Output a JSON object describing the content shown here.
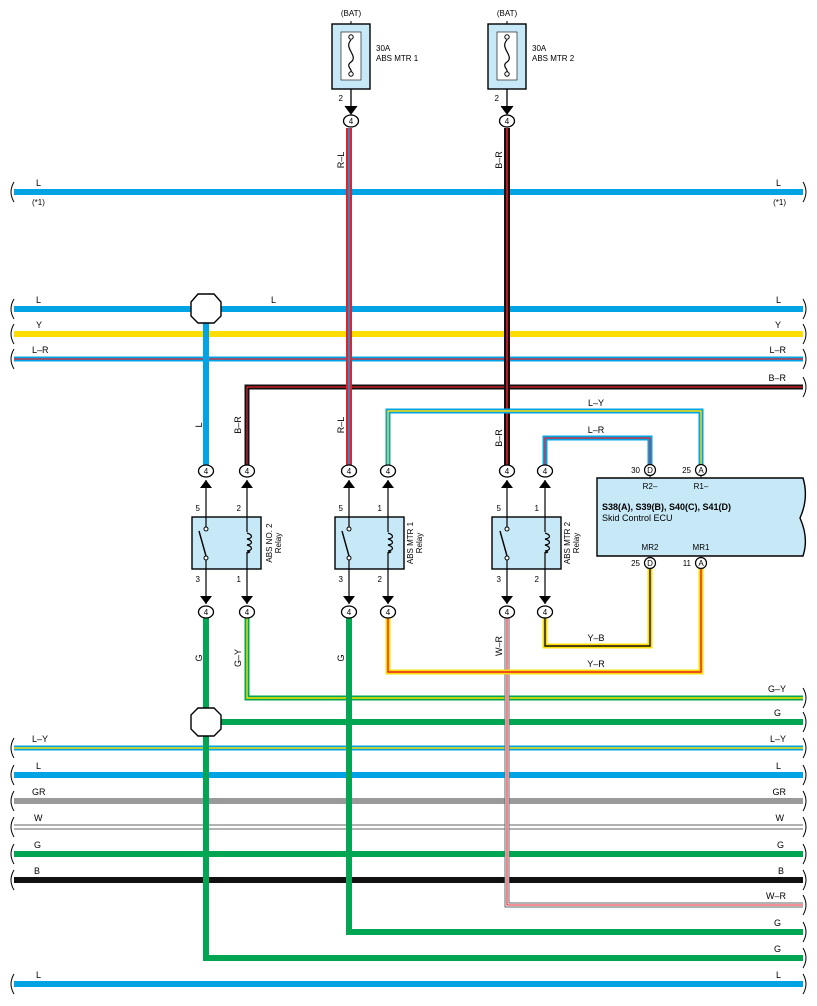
{
  "colors": {
    "L": "#00a4e4",
    "Y": "#ffdd00",
    "R": "#e8202a",
    "B": "#111111",
    "G": "#00a651",
    "GR": "#9a9a9a",
    "W": "#ffffff",
    "component_fill": "#c7e8f6"
  },
  "fuses": [
    {
      "source": "(BAT)",
      "rating": "30A",
      "name": "ABS MTR 1",
      "pin": "2",
      "connector": "4",
      "wire": "R–L"
    },
    {
      "source": "(BAT)",
      "rating": "30A",
      "name": "ABS MTR 2",
      "pin": "2",
      "connector": "4",
      "wire": "B–R"
    }
  ],
  "bus_lines": [
    {
      "id": "L_top",
      "left": "L",
      "right": "L",
      "note_left": "(*1)",
      "note_right": "(*1)",
      "color": "L"
    },
    {
      "id": "L_mid",
      "left": "L",
      "center": "L",
      "right": "L",
      "color": "L"
    },
    {
      "id": "Y_mid",
      "left": "Y",
      "right": "Y",
      "color": "Y"
    },
    {
      "id": "LR_mid",
      "left": "L–R",
      "right": "L–R",
      "color": "L",
      "stripe": "R"
    },
    {
      "id": "BR_mid",
      "right": "B–R",
      "color": "B",
      "stripe": "R"
    },
    {
      "id": "GY",
      "right": "G–Y",
      "color": "G",
      "stripe": "Y"
    },
    {
      "id": "G1",
      "right": "G",
      "color": "G"
    },
    {
      "id": "LY_low",
      "left": "L–Y",
      "right": "L–Y",
      "color": "L",
      "stripe": "Y"
    },
    {
      "id": "L_low",
      "left": "L",
      "right": "L",
      "color": "L"
    },
    {
      "id": "GR_low",
      "left": "GR",
      "right": "GR",
      "color": "GR"
    },
    {
      "id": "W_low",
      "left": "W",
      "right": "W",
      "color": "W"
    },
    {
      "id": "G_low",
      "left": "G",
      "right": "G",
      "color": "G"
    },
    {
      "id": "B_low",
      "left": "B",
      "right": "B",
      "color": "B"
    },
    {
      "id": "WR_low",
      "right": "W–R",
      "color": "W",
      "stripe": "R"
    },
    {
      "id": "G2",
      "right": "G",
      "color": "G"
    },
    {
      "id": "G3",
      "right": "G",
      "color": "G"
    },
    {
      "id": "L_bottom",
      "left": "L",
      "right": "L",
      "color": "L"
    }
  ],
  "wire_labels": {
    "relay2_in5": "L",
    "relay2_in2": "B–R",
    "relay1_in5": "R–L",
    "relay3_in5": "B–R",
    "relay2_out3": "G",
    "relay2_out1": "G–Y",
    "relay1_out3": "G",
    "relay3_out3": "W–R",
    "ly_loop": "L–Y",
    "lr_loop": "L–R",
    "yb_loop": "Y–B",
    "yr_loop": "Y–R"
  },
  "relays": [
    {
      "name": "ABS NO. 2",
      "type": "Relay",
      "pins": [
        "5",
        "2",
        "3",
        "1"
      ],
      "connector": "4"
    },
    {
      "name": "ABS MTR 1",
      "type": "Relay",
      "pins": [
        "5",
        "1",
        "3",
        "2"
      ],
      "connector": "4"
    },
    {
      "name": "ABS MTR 2",
      "type": "Relay",
      "pins": [
        "5",
        "1",
        "3",
        "2"
      ],
      "connector": "4"
    }
  ],
  "ecu": {
    "title": "S38(A), S39(B), S40(C), S41(D)",
    "subtitle": "Skid Control ECU",
    "top_pins": [
      {
        "num": "30",
        "conn": "D",
        "name": "R2–"
      },
      {
        "num": "25",
        "conn": "A",
        "name": "R1–"
      }
    ],
    "bottom_pins": [
      {
        "num": "25",
        "conn": "D",
        "name": "MR2"
      },
      {
        "num": "11",
        "conn": "A",
        "name": "MR1"
      }
    ]
  }
}
